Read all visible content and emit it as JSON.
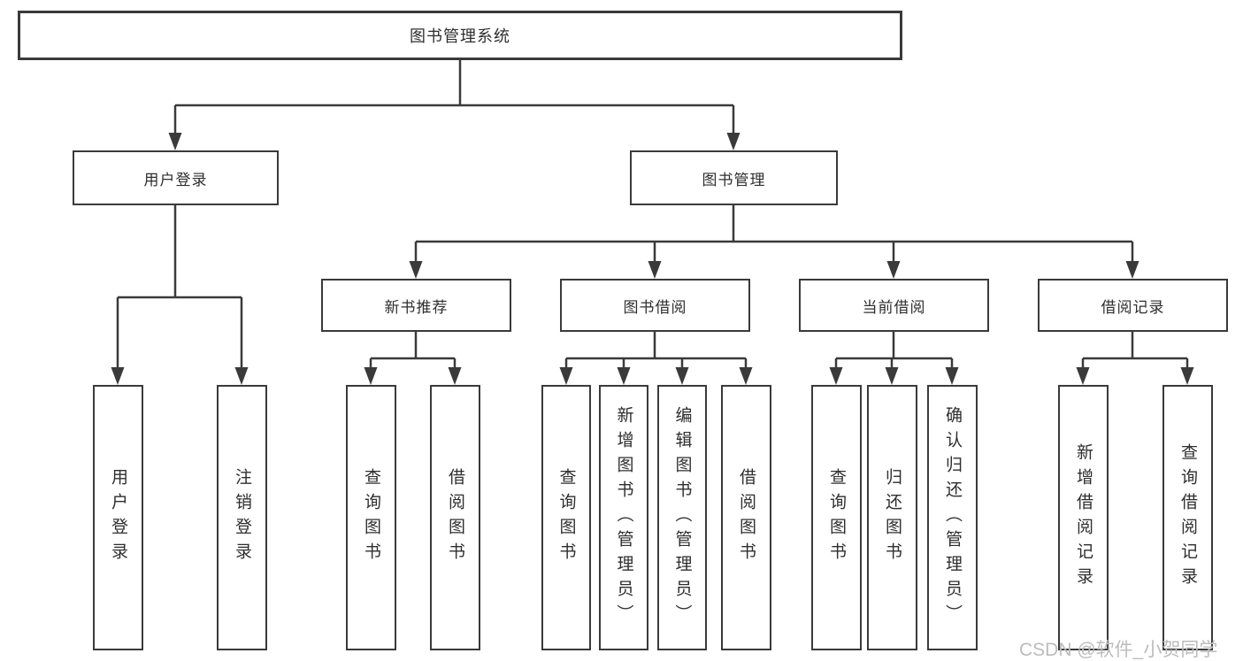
{
  "diagram": {
    "type": "hierarchy-tree",
    "tree": {
      "label": "图书管理系统",
      "children": [
        {
          "label": "用户登录",
          "children": [
            {
              "label": "用户登录"
            },
            {
              "label": "注销登录"
            }
          ]
        },
        {
          "label": "图书管理",
          "children": [
            {
              "label": "新书推荐",
              "children": [
                {
                  "label": "查询图书"
                },
                {
                  "label": "借阅图书"
                }
              ]
            },
            {
              "label": "图书借阅",
              "children": [
                {
                  "label": "查询图书"
                },
                {
                  "label": "新增图书（管理员）"
                },
                {
                  "label": "编辑图书（管理员）"
                },
                {
                  "label": "借阅图书"
                }
              ]
            },
            {
              "label": "当前借阅",
              "children": [
                {
                  "label": "查询图书"
                },
                {
                  "label": "归还图书"
                },
                {
                  "label": "确认归还（管理员）"
                }
              ]
            },
            {
              "label": "借阅记录",
              "children": [
                {
                  "label": "新增借阅记录"
                },
                {
                  "label": "查询借阅记录"
                }
              ]
            }
          ]
        }
      ]
    },
    "colors": {
      "line": "#3a3a3a",
      "border": "#3a3a3a",
      "text": "#2e2e2e",
      "background": "#ffffff",
      "watermark": "#bcbcbc"
    }
  },
  "watermark": {
    "text": "CSDN @软件_小贺同学"
  }
}
